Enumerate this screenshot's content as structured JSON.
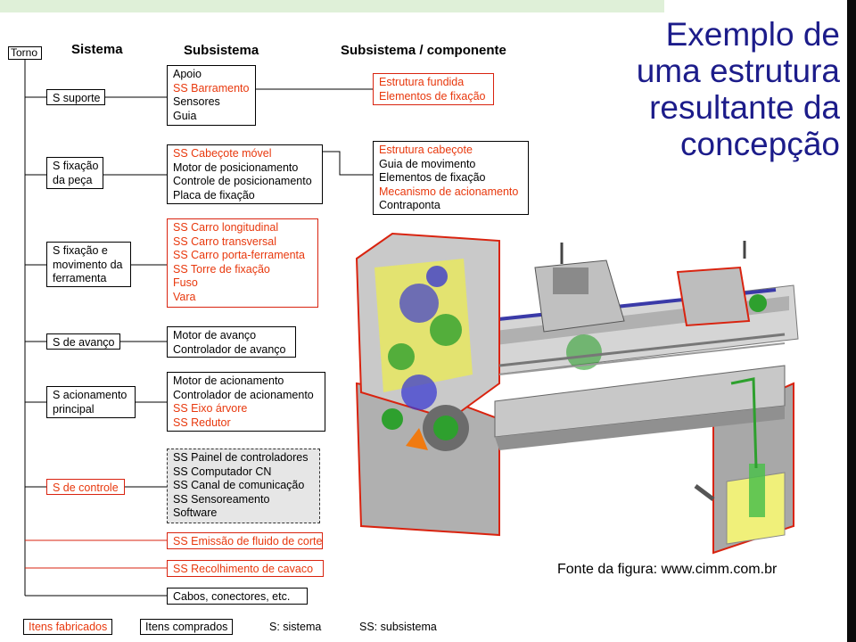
{
  "root_label": "Torno",
  "headers": {
    "sistema": "Sistema",
    "subsistema": "Subsistema",
    "componente": "Subsistema / componente"
  },
  "title_lines": [
    "Exemplo de",
    "uma estrutura",
    "resultante da",
    "concepção"
  ],
  "systems": [
    {
      "label": "S suporte",
      "red": false
    },
    {
      "label": "S fixação\nda peça",
      "red": false
    },
    {
      "label": "S fixação e\nmovimento da\nferramenta",
      "red": false
    },
    {
      "label": "S de avanço",
      "red": false
    },
    {
      "label": "S acionamento\nprincipal",
      "red": false
    },
    {
      "label": "S de controle",
      "red": true
    }
  ],
  "subsystems": [
    {
      "items": [
        {
          "text": "Apoio",
          "red": false
        },
        {
          "text": "SS Barramento",
          "red": true
        },
        {
          "text": "Sensores",
          "red": false
        },
        {
          "text": "Guia",
          "red": false
        }
      ]
    },
    {
      "items": [
        {
          "text": "SS Cabeçote móvel",
          "red": true
        },
        {
          "text": "Motor de posicionamento",
          "red": false
        },
        {
          "text": "Controle de posicionamento",
          "red": false
        },
        {
          "text": "Placa de fixação",
          "red": false
        }
      ]
    },
    {
      "items": [
        {
          "text": "SS Carro longitudinal",
          "red": true
        },
        {
          "text": "SS Carro transversal",
          "red": true
        },
        {
          "text": "SS Carro porta-ferramenta",
          "red": true
        },
        {
          "text": "SS Torre de fixação",
          "red": true
        },
        {
          "text": "Fuso",
          "red": true
        },
        {
          "text": "Vara",
          "red": true
        }
      ]
    },
    {
      "items": [
        {
          "text": "Motor de avanço",
          "red": false
        },
        {
          "text": "Controlador de avanço",
          "red": false
        }
      ]
    },
    {
      "items": [
        {
          "text": "Motor de acionamento",
          "red": false
        },
        {
          "text": "Controlador de acionamento",
          "red": false
        },
        {
          "text": "SS Eixo árvore",
          "red": true
        },
        {
          "text": "SS Redutor",
          "red": true
        }
      ]
    },
    {
      "items": [
        {
          "text": "SS Painel de controladores",
          "red": false
        },
        {
          "text": "SS Computador CN",
          "red": false
        },
        {
          "text": "SS Canal de comunicação",
          "red": false
        },
        {
          "text": "SS Sensoreamento",
          "red": false
        },
        {
          "text": "Software",
          "red": false
        }
      ]
    }
  ],
  "extra_subsystems": [
    {
      "text": "SS Emissão de fluido de corte",
      "red": true
    },
    {
      "text": "SS Recolhimento de cavaco",
      "red": true
    },
    {
      "text": "Cabos, conectores, etc.",
      "red": false
    }
  ],
  "components": [
    {
      "items": [
        {
          "text": "Estrutura fundida",
          "red": true
        },
        {
          "text": "Elementos de fixação",
          "red": true
        }
      ]
    },
    {
      "items": [
        {
          "text": "Estrutura cabeçote",
          "red": true
        },
        {
          "text": "Guia de movimento",
          "red": false
        },
        {
          "text": "Elementos de fixação",
          "red": false
        },
        {
          "text": "Mecanismo de acionamento",
          "red": true
        },
        {
          "text": "Contraponta",
          "red": false
        }
      ]
    }
  ],
  "source_text": "Fonte da figura: www.cimm.com.br",
  "legend": {
    "fabricados": "Itens fabricados",
    "comprados": "Itens comprados",
    "sistema": "S: sistema",
    "subsistema": "SS: subsistema"
  },
  "colors": {
    "red_text": "#e8380d",
    "title_blue": "#1c1c8a",
    "dashed_fill": "#e6e6e6"
  }
}
